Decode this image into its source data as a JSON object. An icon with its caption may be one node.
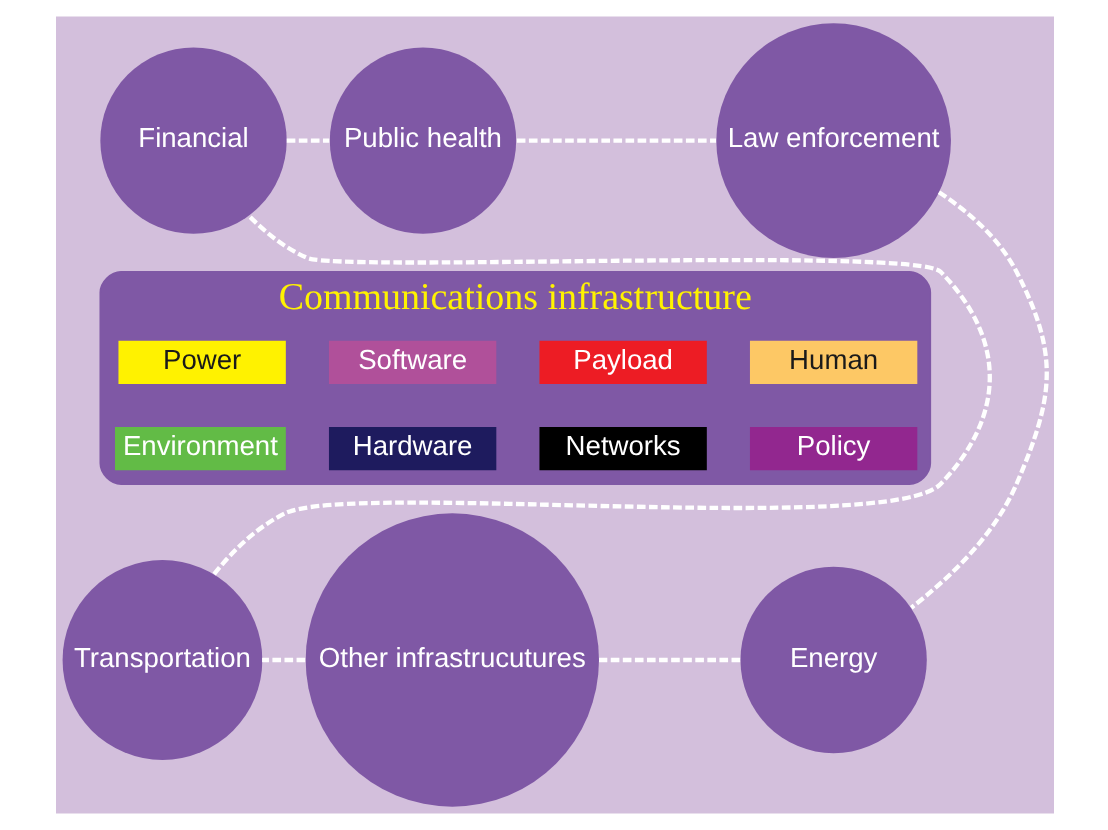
{
  "diagram": {
    "nodes": [
      {
        "text": [
          "Financial"
        ]
      },
      {
        "text": [
          "Public health"
        ]
      },
      {
        "text": [
          "Law enforcement"
        ]
      },
      {
        "text": [
          "Communications infrastructure"
        ]
      },
      {
        "text": [
          "Power"
        ],
        "in": 3
      },
      {
        "text": [
          "Software"
        ],
        "in": 3
      },
      {
        "text": [
          "Payload"
        ],
        "in": 3
      },
      {
        "text": [
          "Human"
        ],
        "in": 3
      },
      {
        "text": [
          "Environment"
        ],
        "in": 3
      },
      {
        "text": [
          "Hardware"
        ],
        "in": 3
      },
      {
        "text": [
          "Networks"
        ],
        "in": 3
      },
      {
        "text": [
          "Policy"
        ],
        "in": 3
      },
      {
        "text": [
          "Transportation"
        ]
      },
      {
        "text": [
          "Other infrastrucutures"
        ]
      },
      {
        "text": [
          "Energy"
        ]
      }
    ],
    "edges": [
      {
        "from": 0,
        "to": 1,
        "arrow": "none",
        "style": "dashed"
      },
      {
        "from": 1,
        "to": 2,
        "arrow": "none",
        "style": "dashed"
      },
      {
        "from": 2,
        "to": 14,
        "arrow": "none",
        "style": "dashed"
      },
      {
        "from": 14,
        "to": 13,
        "arrow": "none",
        "style": "dashed"
      },
      {
        "from": 13,
        "to": 12,
        "arrow": "none",
        "style": "dashed"
      },
      {
        "from": 12,
        "to": 0,
        "arrow": "none",
        "style": "dashed"
      }
    ]
  }
}
